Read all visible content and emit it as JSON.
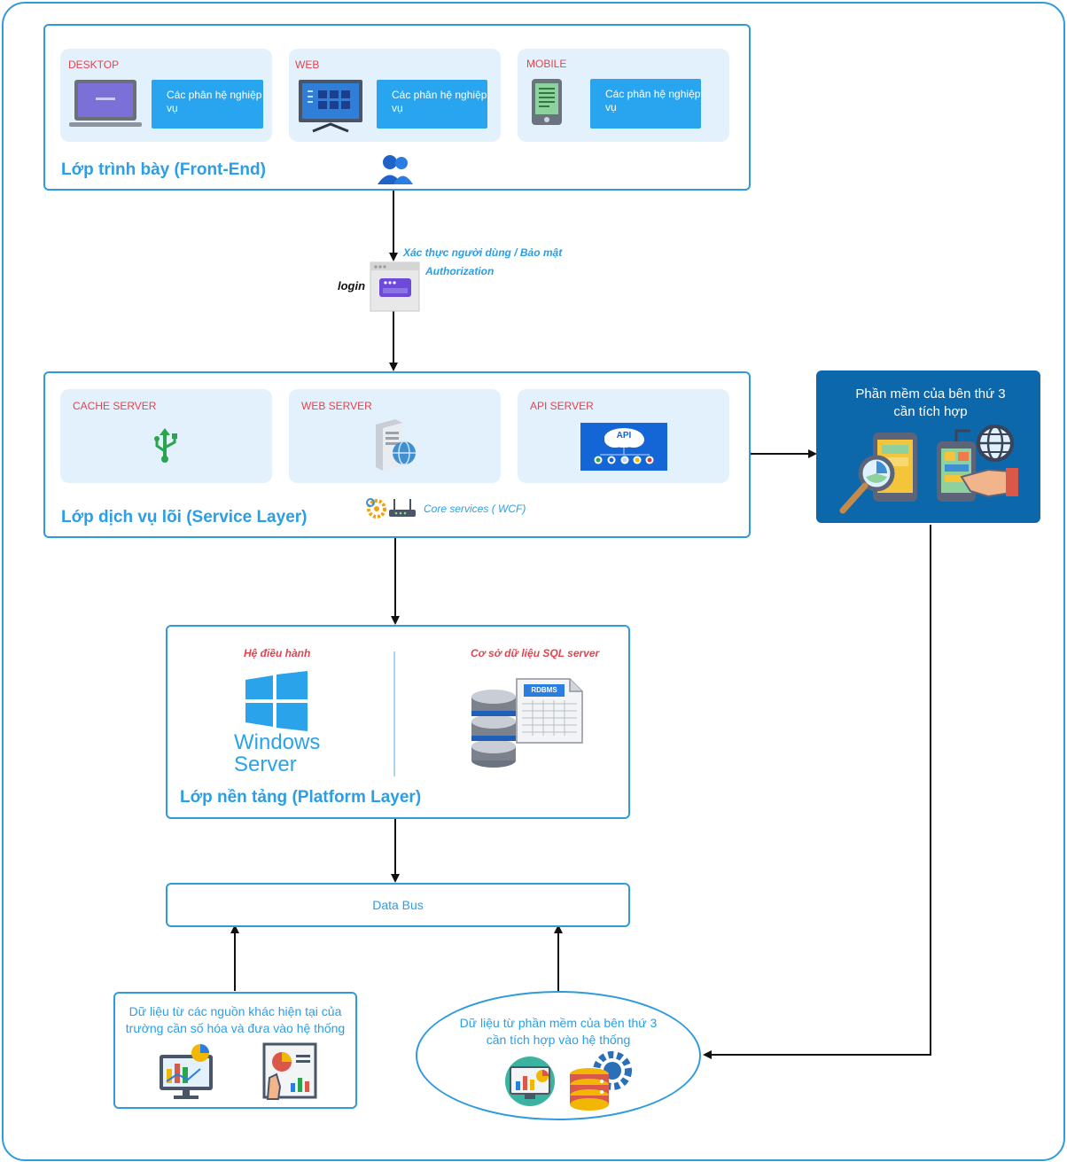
{
  "frontend": {
    "title": "Lớp trình bày (Front-End)",
    "cards": [
      {
        "label": "DESKTOP",
        "button": "Các phân hệ nghiệp vụ"
      },
      {
        "label": "WEB",
        "button": "Các phân hệ nghiệp vụ"
      },
      {
        "label": "MOBILE",
        "button": "Các phân hệ nghiệp vụ"
      }
    ]
  },
  "auth": {
    "line1": "Xác thực người dùng / Bảo mật",
    "line2": "Authorization",
    "login": "login"
  },
  "service": {
    "title": "Lớp dịch vụ lõi (Service Layer)",
    "cards": [
      {
        "label": "CACHE SERVER"
      },
      {
        "label": "WEB SERVER"
      },
      {
        "label": "API SERVER",
        "badge": "API"
      }
    ],
    "core": "Core services ( WCF)"
  },
  "third_party": {
    "title": "Phần mềm của bên thứ 3 cần tích hợp"
  },
  "platform": {
    "title": "Lớp nền tảng (Platform Layer)",
    "os_label": "Hệ điều hành",
    "os_logo_line1": "Windows",
    "os_logo_line2": "Server",
    "db_label": "Cơ sở dữ liệu SQL server",
    "db_badge": "RDBMS"
  },
  "databus": {
    "label": "Data Bus"
  },
  "sources": {
    "left": "Dữ liệu từ các nguồn khác hiện tại của trường cần số hóa và đưa vào hệ thống",
    "right": "Dữ liệu từ phần mềm của bên thứ 3 cần tích hợp vào hệ thống"
  },
  "colors": {
    "accent": "#2a9ee6",
    "red": "#e0454f",
    "card_bg": "#e3f1fc",
    "button": "#29a5ef",
    "third_party_bg": "#0d67ab"
  }
}
